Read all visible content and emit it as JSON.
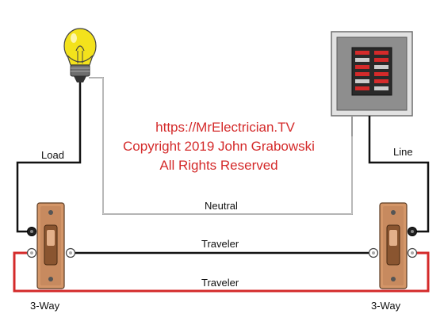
{
  "watermark": {
    "line1": "https://MrElectrician.TV",
    "line2": "Copyright 2019 John Grabowski",
    "line3": "All Rights Reserved"
  },
  "labels": {
    "load": "Load",
    "line": "Line",
    "neutral": "Neutral",
    "traveler_top": "Traveler",
    "traveler_bottom": "Traveler",
    "switch_left": "3-Way",
    "switch_right": "3-Way"
  },
  "components": {
    "lamp": "light-bulb-icon",
    "panel": "breaker-panel-icon",
    "switches": [
      "three-way-switch-icon",
      "three-way-switch-icon"
    ]
  },
  "colors": {
    "wire_black": "#111111",
    "wire_red": "#d42a2a",
    "wire_white": "#9a9a9a",
    "bulb": "#f3e21c",
    "bulb_base": "#6e6e6e",
    "panel_box": "#8e8e8e",
    "switch_body": "#c78a5f",
    "watermark_text": "#d42a2a"
  }
}
